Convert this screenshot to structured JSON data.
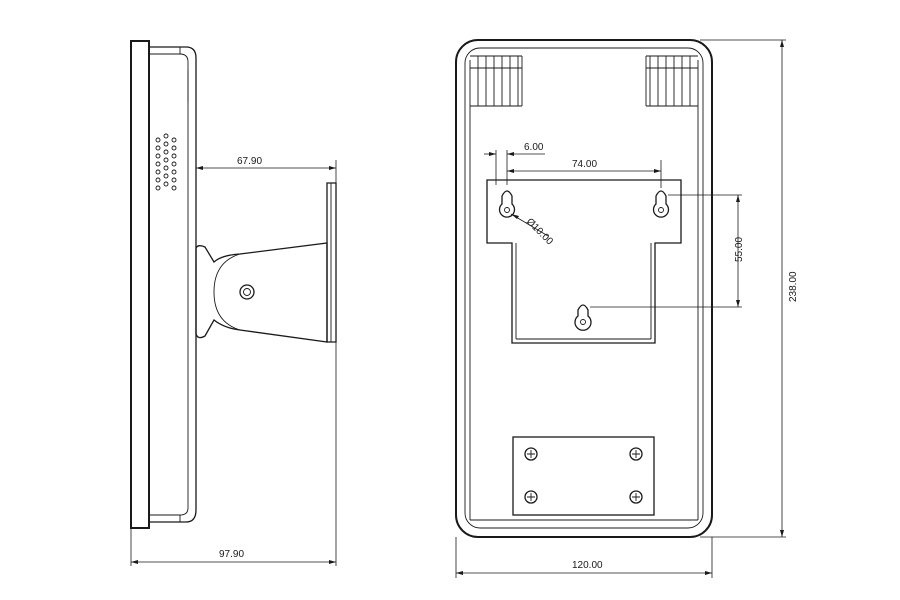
{
  "dimensions": {
    "bracket_projection": "67.90",
    "total_depth": "97.90",
    "slot_offset": "6.00",
    "slot_spacing": "74.00",
    "slot_diameter": "Ø10.00",
    "vertical_spacing": "55.00",
    "height": "238.00",
    "width": "120.00"
  }
}
